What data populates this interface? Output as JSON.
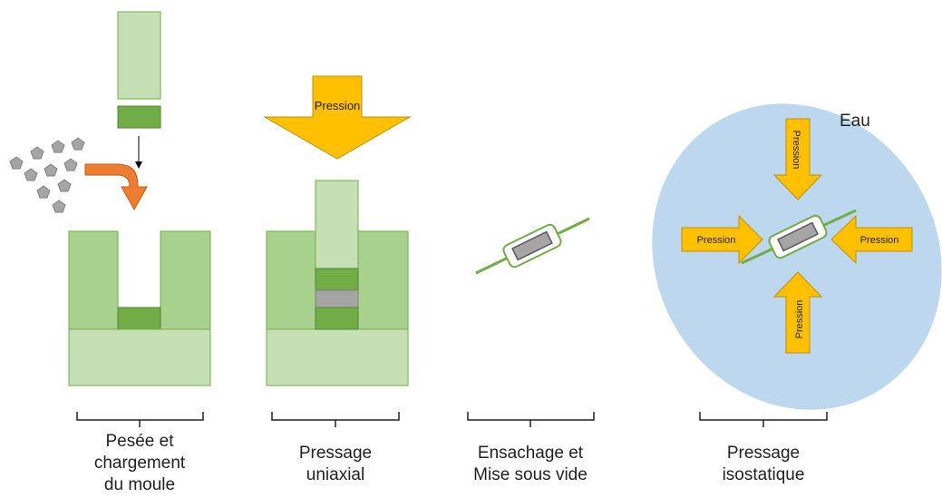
{
  "steps": [
    {
      "caption_lines": [
        "Pesée et",
        "chargement",
        "du moule"
      ]
    },
    {
      "caption_lines": [
        "Pressage",
        "uniaxial"
      ]
    },
    {
      "caption_lines": [
        "Ensachage et",
        "Mise sous vide"
      ]
    },
    {
      "caption_lines": [
        "Pressage",
        "isostatique"
      ]
    }
  ],
  "labels": {
    "pressure_uniaxial": "Pression",
    "water": "Eau",
    "pressure_top": "Pression",
    "pressure_left": "Pression",
    "pressure_right": "Pression",
    "pressure_bottom": "Pression"
  },
  "colors": {
    "mold_light": "#c5e0b4",
    "mold_mid": "#a9d18e",
    "powder_green": "#70ad47",
    "powder_grey": "#a5a5a5",
    "arrow_yellow": "#ffc000",
    "arrow_orange": "#ed7d31",
    "water": "#bdd7ee"
  }
}
